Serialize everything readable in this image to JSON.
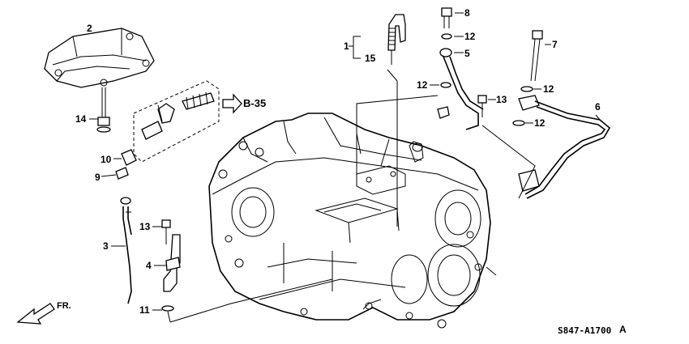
{
  "callouts": {
    "p1": "1",
    "p2": "2",
    "p3": "3",
    "p4": "4",
    "p5": "5",
    "p6": "6",
    "p7": "7",
    "p8": "8",
    "p9": "9",
    "p10": "10",
    "p11": "11",
    "p12a": "12",
    "p12b": "12",
    "p12c": "12",
    "p12d": "12",
    "p13a": "13",
    "p13b": "13",
    "p14": "14",
    "p15": "15"
  },
  "reference": "B-35",
  "direction_label": "FR.",
  "diagram_code": "S847-A1700",
  "diagram_suffix": "A"
}
